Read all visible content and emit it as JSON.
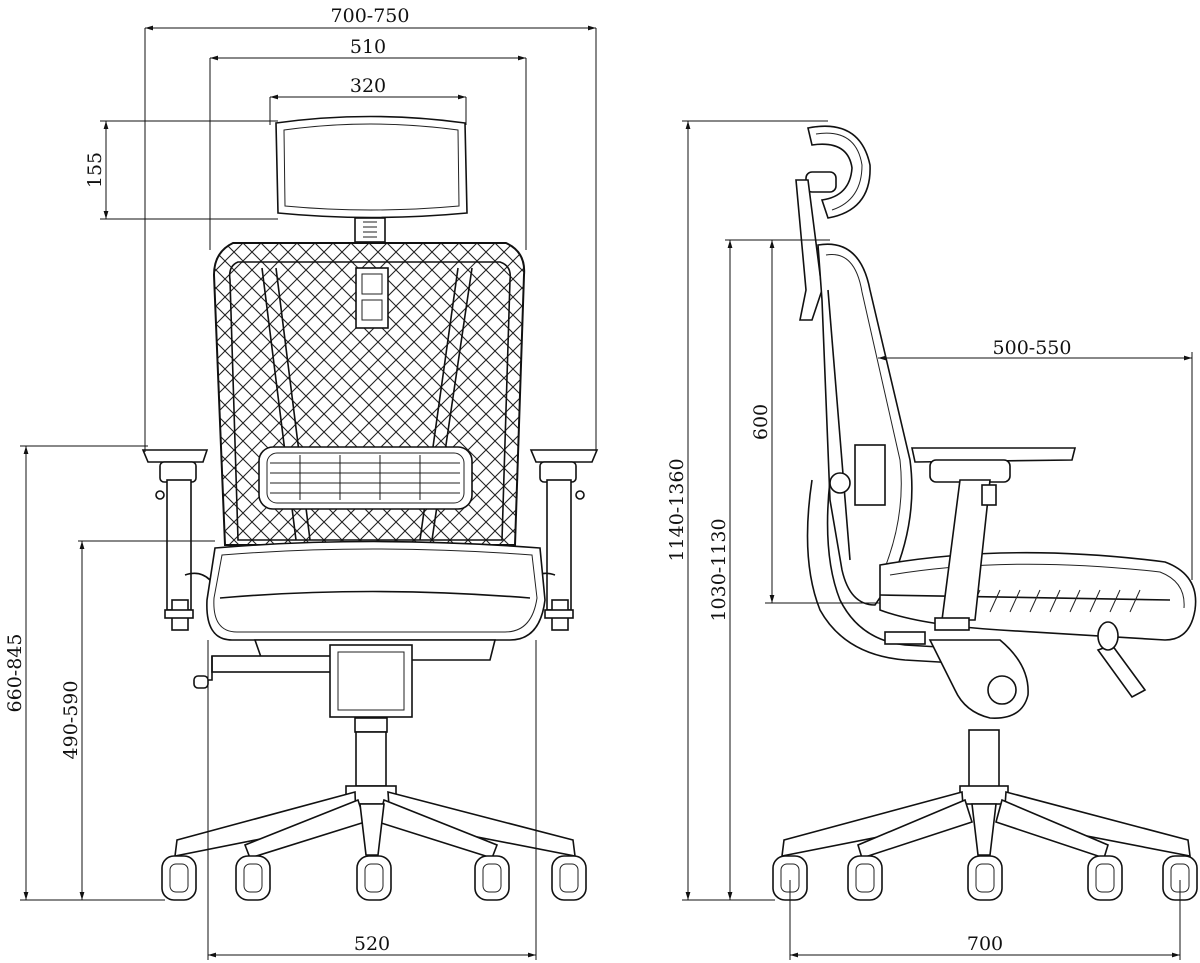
{
  "diagram": {
    "front_view": {
      "overall_width": "700-750",
      "backrest_width": "510",
      "headrest_width": "320",
      "headrest_height": "155",
      "armrest_height": "660-845",
      "seat_height": "490-590",
      "base_width": "520"
    },
    "side_view": {
      "overall_height": "1140-1360",
      "backrest_top_height": "1030-1130",
      "backrest_height": "600",
      "seat_depth": "500-550",
      "base_depth": "700"
    }
  }
}
